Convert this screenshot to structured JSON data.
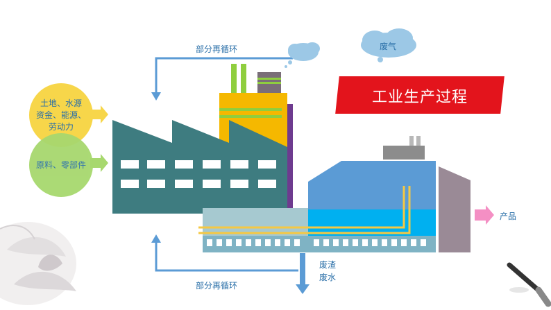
{
  "title": "工业生产过程",
  "inputs": {
    "top": [
      "土地、水源",
      "资金、能源、",
      "劳动力"
    ],
    "bottom": "原料、零部件"
  },
  "loop_top_label": "部分再循环",
  "loop_bottom_label": "部分再循环",
  "waste_gas_label": "废气",
  "waste_out_labels": [
    "废渣",
    "废水"
  ],
  "product_label": "产品",
  "colors": {
    "title_red": "#e3141c",
    "arrow_blue": "#5b9bd5",
    "factory_teal": "#3e7c80",
    "chimney_yellow": "#f5b800",
    "purple": "#6e3b8f",
    "tank_blue": "#5b9bd5",
    "water_cyan": "#00b0f0",
    "gray_block": "#9a8a96",
    "circle_yellow": "#f7d64a",
    "circle_green": "#a7d86e",
    "product_pink": "#f48fc4"
  }
}
